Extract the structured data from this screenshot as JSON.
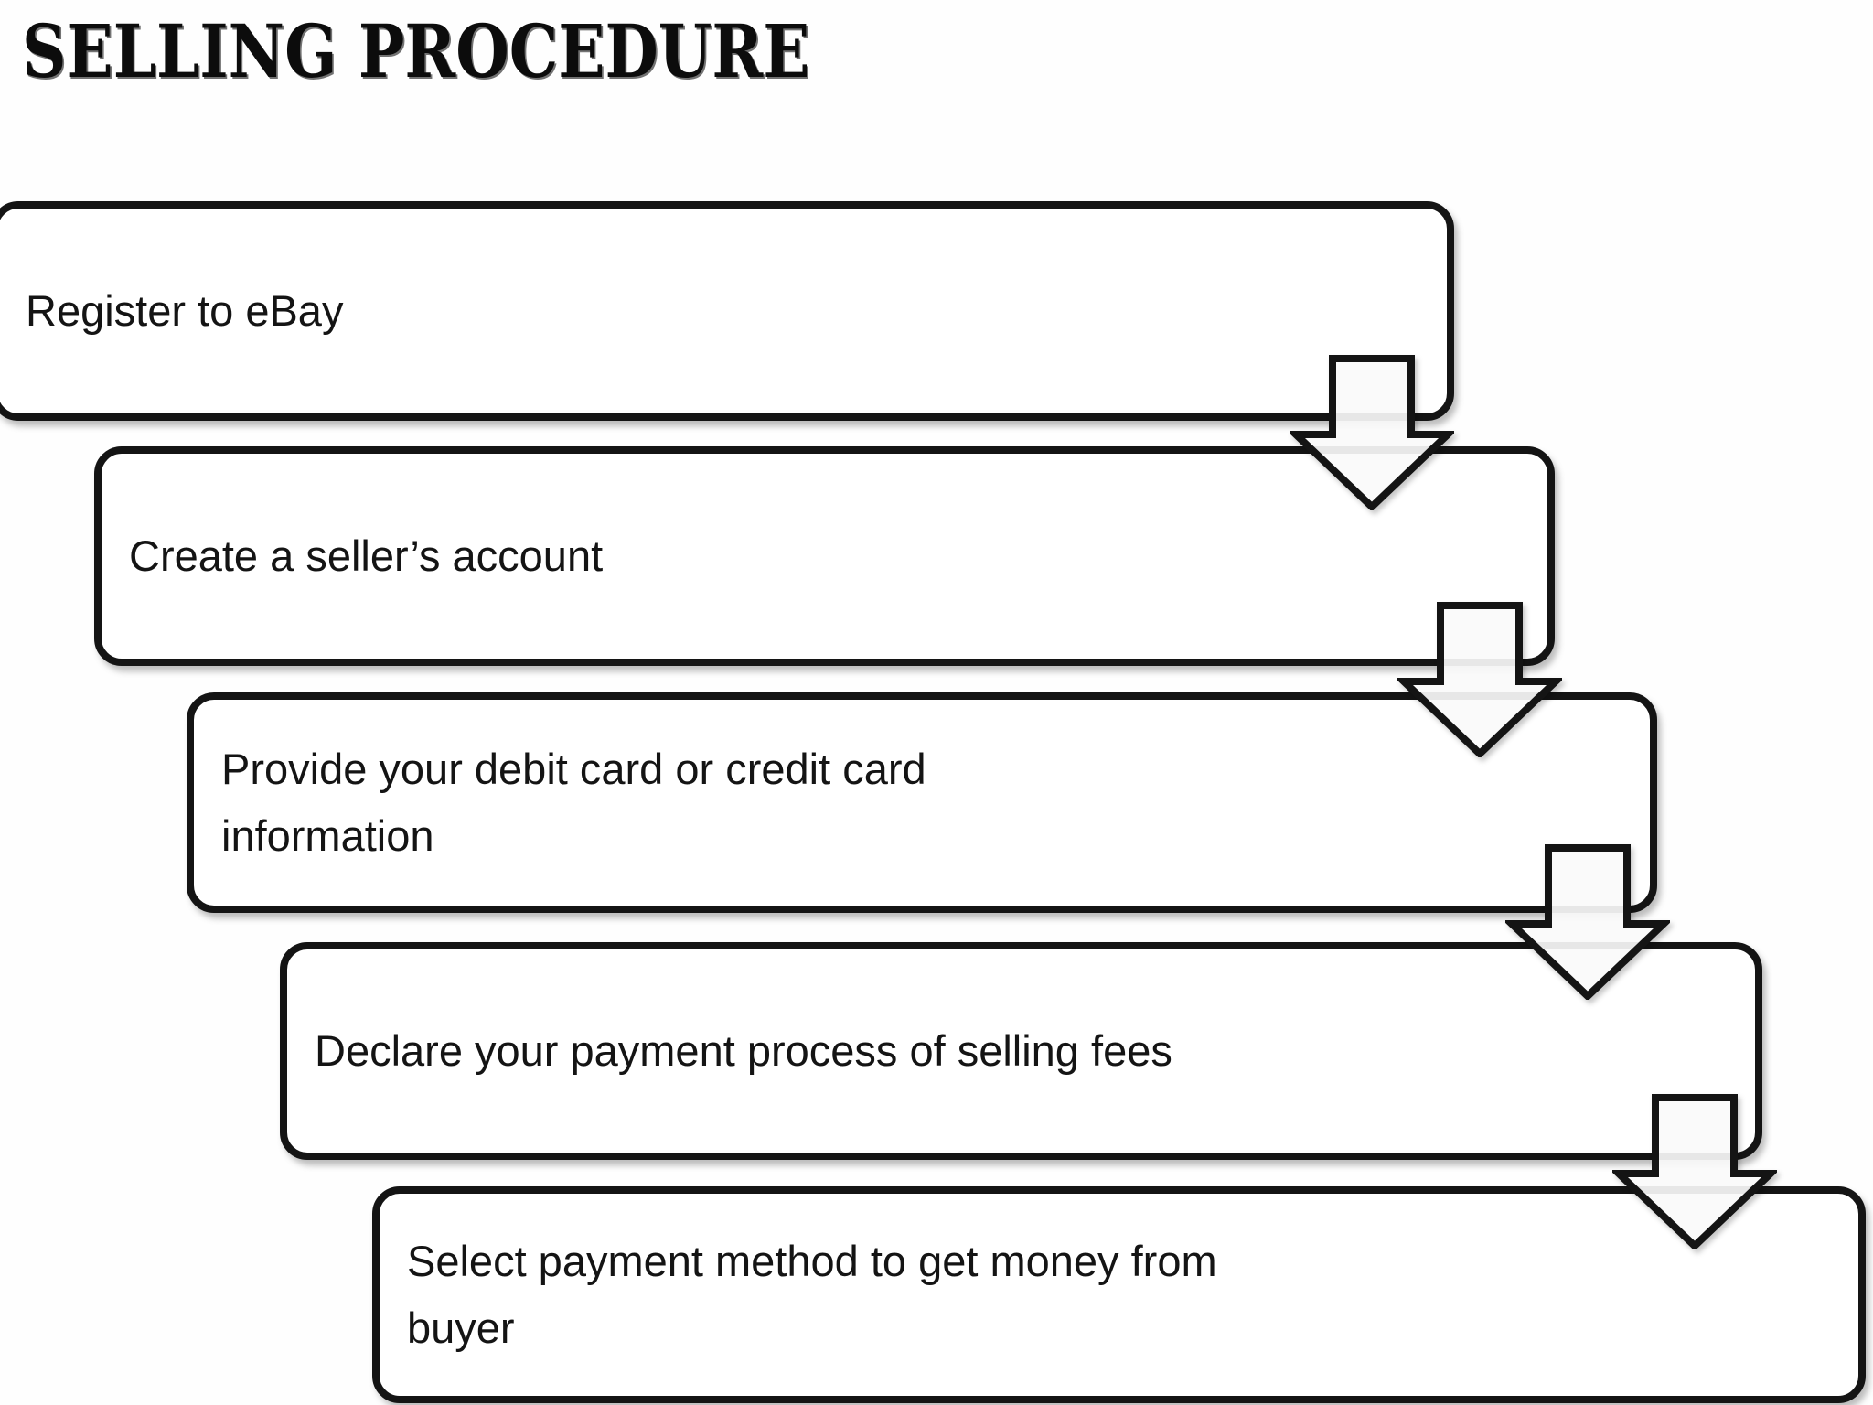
{
  "title": "SELLING PROCEDURE",
  "colors": {
    "background": "#ffffff",
    "box_fill": "#ffffff",
    "box_border": "#141414",
    "text": "#141414",
    "title_text": "#0c0c0c"
  },
  "flowchart": {
    "connector_icon": "down-arrow-icon",
    "connector_count": 4,
    "steps": [
      {
        "label": "Register to eBay"
      },
      {
        "label": "Create a seller’s account"
      },
      {
        "label": "Provide your debit card or credit card\ninformation"
      },
      {
        "label": "Declare your payment process of selling fees"
      },
      {
        "label": "Select payment method to get money from\nbuyer"
      }
    ]
  }
}
